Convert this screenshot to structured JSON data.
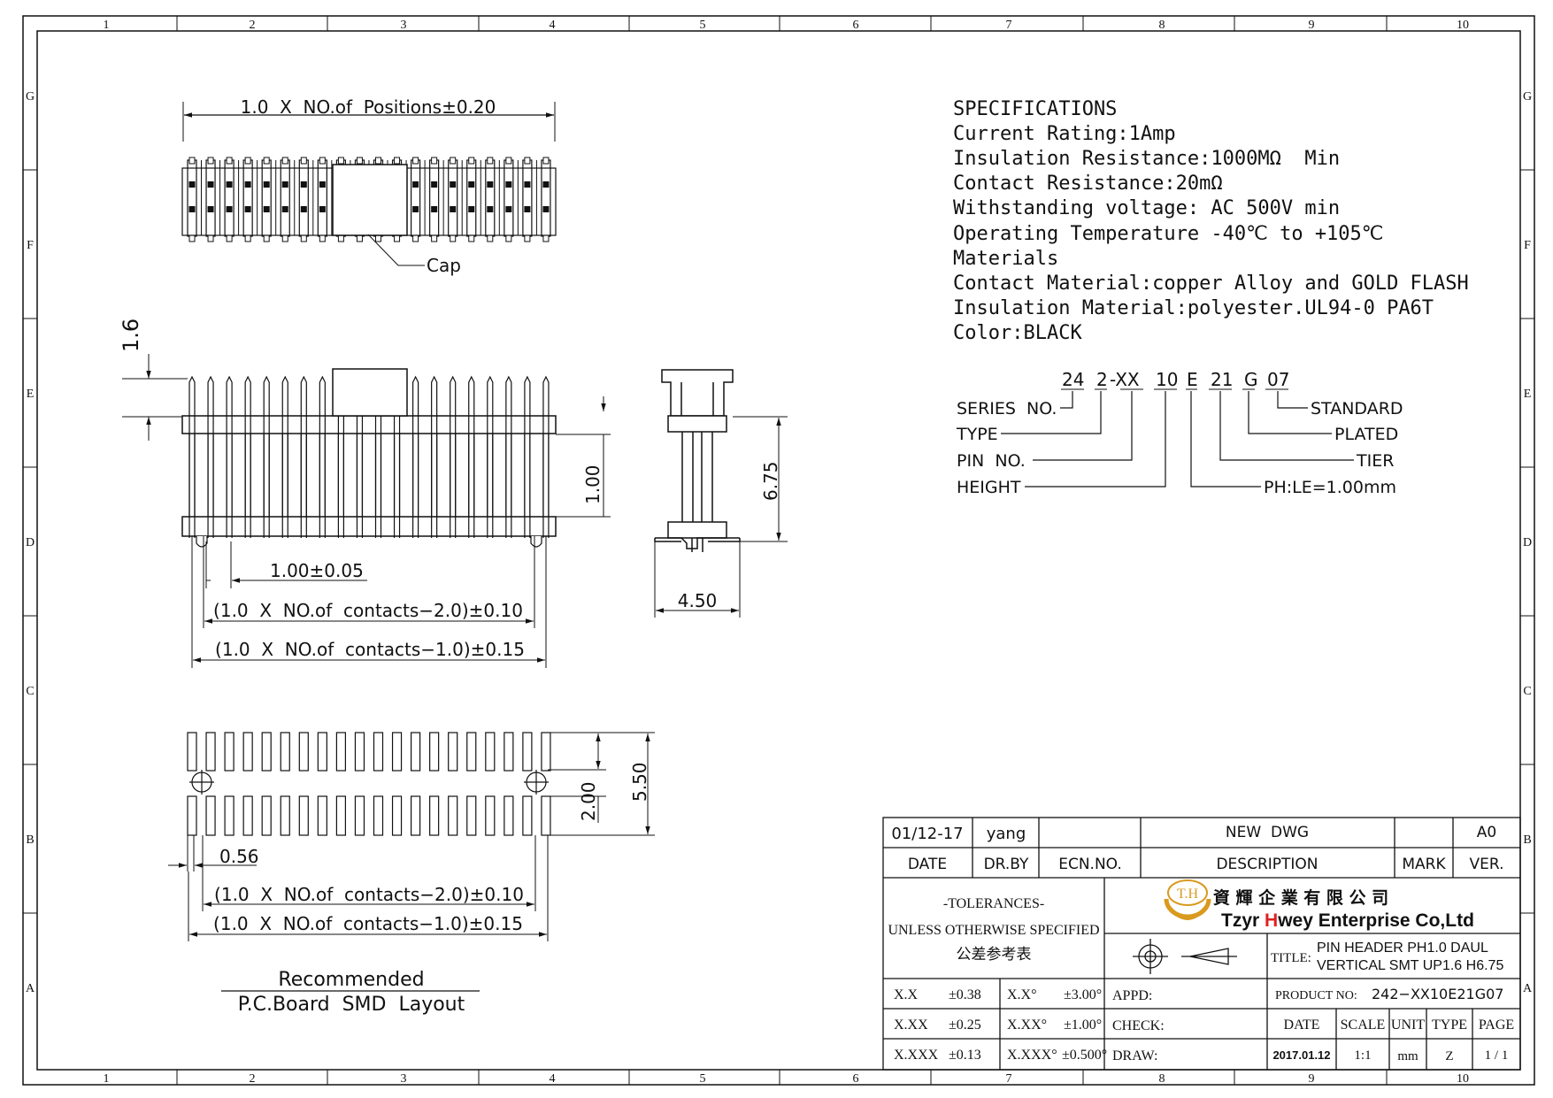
{
  "frame": {
    "columns": [
      "1",
      "2",
      "3",
      "4",
      "5",
      "6",
      "7",
      "8",
      "9",
      "10"
    ],
    "rows": [
      "G",
      "F",
      "E",
      "D",
      "C",
      "B",
      "A"
    ]
  },
  "top_view": {
    "dim_positions": "1.0  X  NO.of  Positions±0.20",
    "cap_label": "Cap"
  },
  "front_view": {
    "dim_16": "1.6",
    "dim_100": "1.00",
    "dim_pitch": "1.00±0.05",
    "dim_contacts_20": "(1.0  X  NO.of  contacts−2.0)±0.10",
    "dim_contacts_10": "(1.0  X  NO.of  contacts−1.0)±0.15"
  },
  "side_view": {
    "dim_675": "6.75",
    "dim_450": "4.50"
  },
  "pcb_layout": {
    "dim_200": "2.00",
    "dim_550": "5.50",
    "dim_056": "0.56",
    "dim_contacts_20": "(1.0  X  NO.of  contacts−2.0)±0.10",
    "dim_contacts_10": "(1.0  X  NO.of  contacts−1.0)±0.15",
    "caption_line1": "Recommended",
    "caption_line2": "P.C.Board  SMD  Layout"
  },
  "specifications": {
    "lines": [
      "SPECIFICATIONS",
      "Current Rating:1Amp",
      "Insulation Resistance:1000MΩ  Min",
      "Contact Resistance:20mΩ",
      "Withstanding voltage: AC 500V min",
      "Operating Temperature -40℃ to +105℃",
      "Materials",
      "Contact Material:copper Alloy and GOLD FLASH",
      "Insulation Material:polyester.UL94-0 PA6T",
      "Color:BLACK"
    ]
  },
  "part_code": {
    "segments": [
      "24",
      "2",
      "-XX",
      "10",
      "E",
      "21",
      "G",
      "07"
    ],
    "left_labels": [
      "SERIES  NO.",
      "TYPE",
      "PIN  NO.",
      "HEIGHT"
    ],
    "right_labels": [
      "STANDARD",
      "PLATED",
      "TIER",
      "PH:LE=1.00mm"
    ]
  },
  "title_block": {
    "rev_date": "01/12-17",
    "rev_by": "yang",
    "rev_desc": "NEW  DWG",
    "rev_ver": "A0",
    "hdr_date": "DATE",
    "hdr_drby": "DR.BY",
    "hdr_ecn": "ECN.NO.",
    "hdr_desc": "DESCRIPTION",
    "hdr_mark": "MARK",
    "hdr_ver": "VER.",
    "tol_title": "-TOLERANCES-",
    "tol_unless": "UNLESS OTHERWISE SPECIFIED",
    "tol_cn": "公差参考表",
    "company_cn": "資 輝 企 業 有 限 公 司",
    "company_en_1": "Tzyr ",
    "company_en_h": "H",
    "company_en_2": "wey Enterprise Co,Ltd",
    "logo_text": "T.H",
    "title_label": "TITLE:",
    "title_line1": "PIN HEADER PH1.0 DAUL",
    "title_line2": "VERTICAL SMT UP1.6 H6.75",
    "tol_rows": [
      {
        "a": "X.X",
        "b": "±0.38",
        "c": "X.X°",
        "d": "±3.00°"
      },
      {
        "a": "X.XX",
        "b": "±0.25",
        "c": "X.XX°",
        "d": "±1.00°"
      },
      {
        "a": "X.XXX",
        "b": "±0.13",
        "c": "X.XXX°",
        "d": "±0.500°"
      }
    ],
    "appd": "APPD:",
    "check": "CHECK:",
    "draw": "DRAW:",
    "product_no_label": "PRODUCT NO:",
    "product_no": "242−XX10E21G07",
    "h_date": "DATE",
    "h_scale": "SCALE",
    "h_unit": "UNIT",
    "h_type": "TYPE",
    "h_page": "PAGE",
    "v_date": "2017.01.12",
    "v_scale": "1:1",
    "v_unit": "mm",
    "v_type": "Z",
    "v_page": "1 / 1"
  },
  "colors": {
    "line": "#111111",
    "logo_gold": "#d99a1e",
    "logo_red": "#e02020"
  }
}
